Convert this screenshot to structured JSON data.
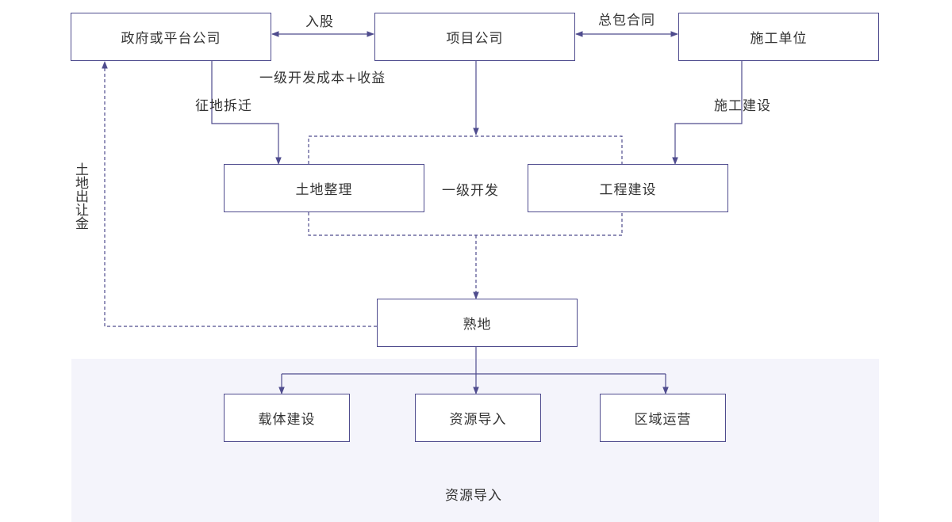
{
  "nodes": {
    "government": "政府或平台公司",
    "project_company": "项目公司",
    "construction_unit": "施工单位",
    "land_consolidation": "土地整理",
    "engineering": "工程建设",
    "cooked_land": "熟地",
    "carrier_construction": "载体建设",
    "resource_import": "资源导入",
    "regional_operation": "区域运营"
  },
  "labels": {
    "equity": "入股",
    "general_contract": "总包合同",
    "cost_return": "一级开发成本+收益",
    "demolition": "征地拆迁",
    "construction_work": "施工建设",
    "primary_development": "一级开发",
    "land_transfer_fee": "土地出让金",
    "panel_title": "资源导入"
  },
  "colors": {
    "line": "#4f4c8e",
    "panel_bg": "#f4f4fb",
    "text": "#333333"
  }
}
